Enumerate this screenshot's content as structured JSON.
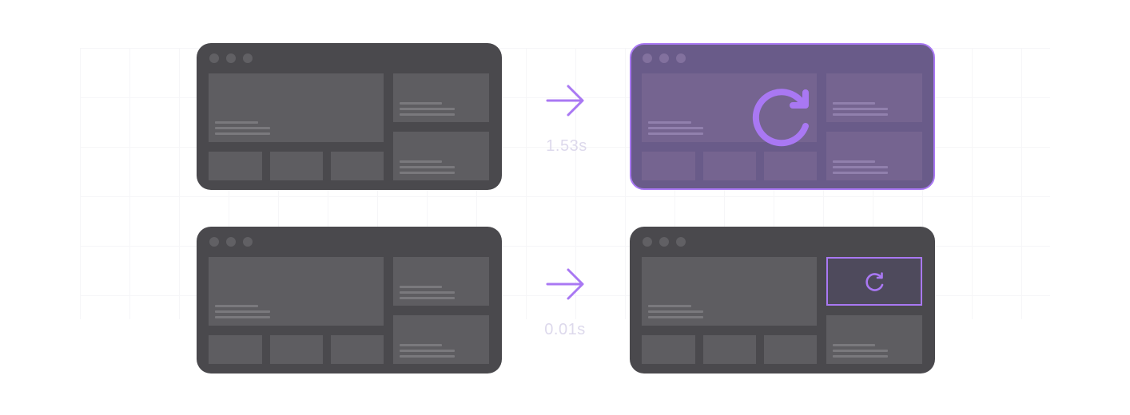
{
  "accent_color": "#A978F3",
  "window_color": "#4A494D",
  "rows": [
    {
      "duration_label": "1.53s",
      "icon": "refresh-icon",
      "reload_scope": "full-page"
    },
    {
      "duration_label": "0.01s",
      "icon": "refresh-icon",
      "reload_scope": "single-component"
    }
  ]
}
